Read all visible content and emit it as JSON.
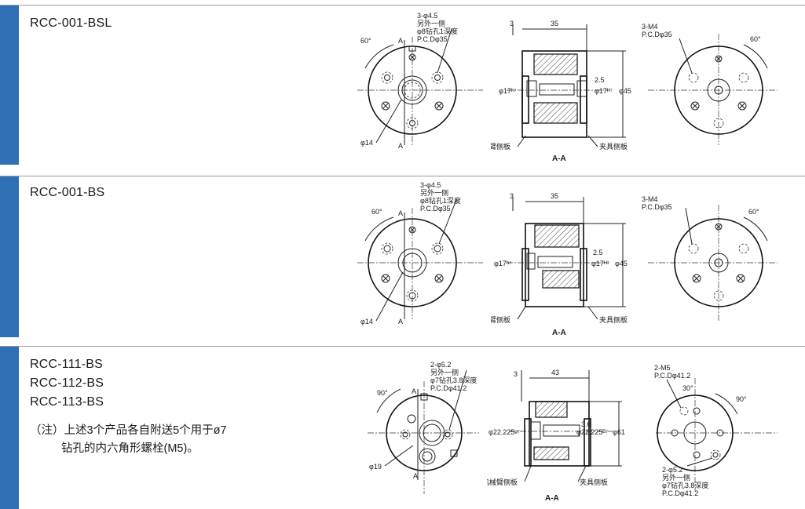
{
  "rows": [
    {
      "models": [
        "RCC-001-BSL"
      ],
      "front": {
        "angle": "60°",
        "section_mark": "A",
        "hole_callout": [
          "3-φ4.5",
          "另外一侧",
          "φ8钻孔1深度",
          "P.C.Dφ35"
        ],
        "boss_dia": "φ14"
      },
      "section": {
        "width": "35",
        "flange": "3",
        "offset": "2.5",
        "bore_left": "φ17ʰ⁷",
        "bore_right": "φ17ᴴ⁷",
        "outer_dia": "φ45",
        "label_left": "机械臂侧板",
        "label_right": "夹具侧板",
        "title": "A-A"
      },
      "back": {
        "callout": [
          "3-M4",
          "P.C.Dφ35"
        ],
        "angle": "60°"
      }
    },
    {
      "models": [
        "RCC-001-BS"
      ],
      "front": {
        "angle": "60°",
        "section_mark": "A",
        "hole_callout": [
          "3-φ4.5",
          "另外一侧",
          "φ8钻孔1深度",
          "P.C.Dφ35"
        ],
        "boss_dia": "φ14"
      },
      "section": {
        "width": "35",
        "flange": "3",
        "offset": "2.5",
        "bore_left": "φ17ʰ⁷",
        "bore_right": "φ17ᴴ⁷",
        "outer_dia": "φ45",
        "label_left": "机械臂侧板",
        "label_right": "夹具侧板",
        "title": "A-A"
      },
      "back": {
        "callout": [
          "3-M4",
          "P.C.Dφ35"
        ],
        "angle": "60°"
      }
    },
    {
      "models": [
        "RCC-111-BS",
        "RCC-112-BS",
        "RCC-113-BS"
      ],
      "note_lines": [
        "（注）上述3个产品各自附送5个用于ø7",
        "钻孔的内六角形螺栓(M5)。"
      ],
      "front": {
        "angle": "90°",
        "section_mark": "A",
        "hole_callout": [
          "2-φ5.2",
          "另外一侧",
          "φ7钻孔3.8深度",
          "P.C.Dφ41.2"
        ],
        "boss_dia": "φ19"
      },
      "section": {
        "width": "43",
        "flange": "3",
        "offset": "3.6",
        "bore_left": "φ22.225ᵍ⁷",
        "bore_right": "φ22.225ᴱ⁷",
        "outer_dia": "φ61",
        "label_left": "机械臂侧板",
        "label_right": "夹具侧板",
        "title": "A-A"
      },
      "back": {
        "callout": [
          "2-M5",
          "P.C.Dφ41.2"
        ],
        "angle_small": "30°",
        "angle": "90°",
        "hole_callout": [
          "2-φ5.2",
          "另外一侧",
          "φ7钻孔3.8深度",
          "P.C.Dφ41.2"
        ]
      }
    }
  ],
  "colors": {
    "accent_bar": "#2f6fb5",
    "divider": "#9a9a9a"
  }
}
